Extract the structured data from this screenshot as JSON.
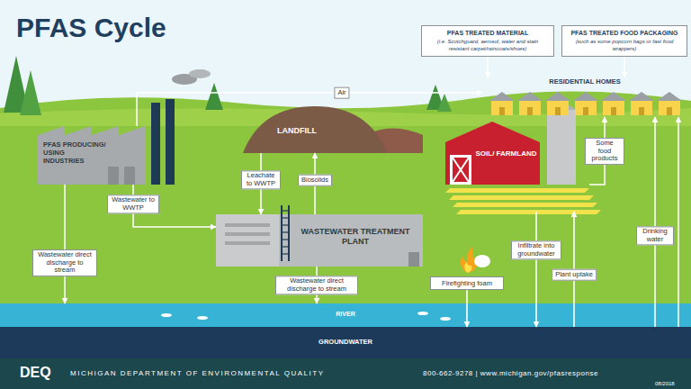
{
  "diagram": {
    "title": "PFAS Cycle",
    "nodes": [
      {
        "text": [
          "PFAS TREATED MATERIAL",
          "(i.e. Scotchguard, aerosol, water and stain resistant carpet/raincoats/shoes)"
        ]
      },
      {
        "text": [
          "PFAS TREATED FOOD PACKAGING",
          "(such as some popcorn bags or fast food wrappers)"
        ]
      },
      {
        "text": [
          "RESIDENTIAL HOMES"
        ]
      },
      {
        "text": [
          "PFAS PRODUCING/ USING INDUSTRIES"
        ]
      },
      {
        "text": [
          "LANDFILL"
        ]
      },
      {
        "text": [
          "WASTEWATER TREATMENT PLANT"
        ]
      },
      {
        "text": [
          "SOIL/ FARMLAND"
        ]
      },
      {
        "text": [
          "Firefighting foam"
        ]
      },
      {
        "text": [
          "RIVER"
        ]
      },
      {
        "text": [
          "GROUNDWATER"
        ]
      }
    ],
    "edges": [
      {
        "from": 3,
        "to": 2,
        "label": "Air",
        "arrow": "to"
      },
      {
        "from": 3,
        "to": 5,
        "label": "Wastewater to WWTP",
        "arrow": "to"
      },
      {
        "from": 3,
        "to": 8,
        "label": "Wastewater direct discharge to stream",
        "arrow": "to"
      },
      {
        "from": 4,
        "to": 5,
        "label": "Leachate to WWTP",
        "arrow": "to"
      },
      {
        "from": 5,
        "to": 4,
        "label": "Biosolids",
        "arrow": "to"
      },
      {
        "from": 5,
        "to": 8,
        "label": "Wastewater direct discharge to stream",
        "arrow": "to"
      },
      {
        "from": 7,
        "to": 9,
        "arrow": "to"
      },
      {
        "from": 6,
        "to": 9,
        "label": "Infiltrate into groundwater",
        "arrow": "to"
      },
      {
        "from": 9,
        "to": 6,
        "label": "Plant uptake",
        "arrow": "to"
      },
      {
        "from": 6,
        "to": 2,
        "label": "Some food products",
        "arrow": "to"
      },
      {
        "from": 9,
        "to": 2,
        "label": "Drinking water",
        "arrow": "to"
      },
      {
        "from": 9,
        "to": 2,
        "arrow": "to"
      },
      {
        "from": 0,
        "to": 2,
        "arrow": "to"
      },
      {
        "from": 1,
        "to": 2,
        "arrow": "to"
      }
    ],
    "labels": [
      "DEQ",
      "MICHIGAN DEPARTMENT OF ENVIRONMENTAL QUALITY",
      "800-662-9278 | www.michigan.gov/pfasresponse",
      "08/2018"
    ]
  }
}
